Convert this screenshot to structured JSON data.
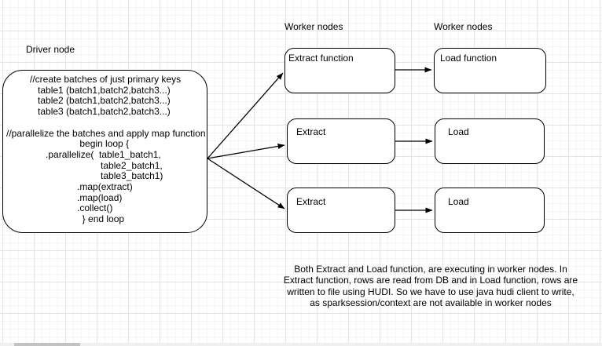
{
  "diagram": {
    "driver": {
      "label": "Driver node",
      "code": "         //create batches of just primary keys\n            table1 (batch1,batch2,batch3...)\n            table2 (batch1,batch2,batch3...)\n            table3 (batch1,batch2,batch3...)\n\n//parallelize the batches and apply map function\n                            begin loop {\n               .parallelize(  table1_batch1,\n                                    table2_batch1,\n                                    table3_batch1)\n                           .map(extract)\n                           .map(load)\n                           .collect()\n                             } end loop"
    },
    "column_headers": {
      "extract_column": "Worker nodes",
      "load_column": "Worker nodes"
    },
    "nodes": {
      "extract1": "Extract function",
      "extract2": "Extract",
      "extract3": "Extract",
      "load1": "Load function",
      "load2": "Load",
      "load3": "Load"
    },
    "note": "Both Extract and Load function, are executing in worker nodes. In\nExtract function, rows are read from DB and in Load function, rows are\nwritten to file using HUDI. So we have to use java hudi client to write,\nas sparksession/context are not available in worker nodes",
    "colors": {
      "stroke": "#000000",
      "node_fill": "#ffffff",
      "grid_minor": "#f5f5f5",
      "grid_major": "#e4e4e4",
      "scrollbar_thumb": "#c2c2c2"
    }
  }
}
